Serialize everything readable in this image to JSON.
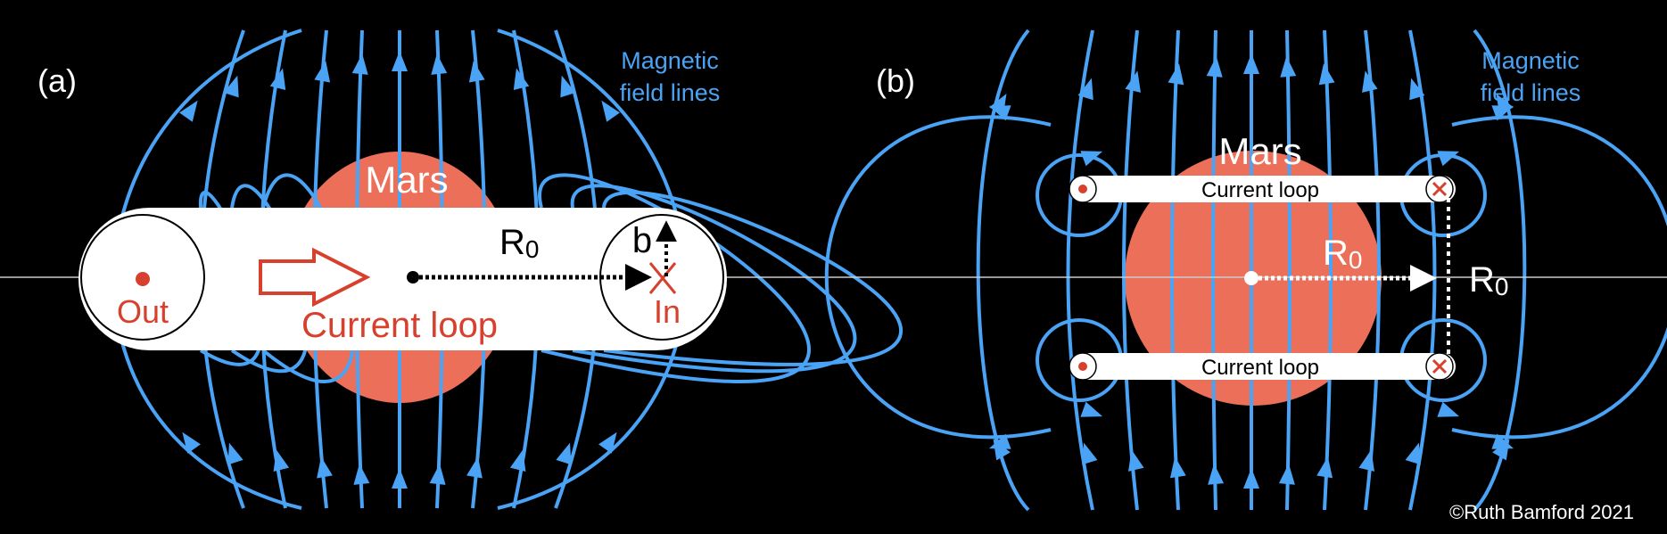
{
  "figure": {
    "credit": "©Ruth Bamford 2021",
    "colors": {
      "background": "#000000",
      "field_line": "#4aa3f5",
      "mars": "#ec6f59",
      "tube": "#ffffff",
      "current_red": "#d8402e",
      "axis": "#cccccc"
    }
  },
  "panel_a": {
    "label": "(a)",
    "legend_line1": "Magnetic",
    "legend_line2": "field lines",
    "mars_label": "Mars",
    "radius_label": "R",
    "radius_subscript": "0",
    "minor_radius_label": "b",
    "out_label": "Out",
    "in_label": "In",
    "loop_label": "Current loop"
  },
  "panel_b": {
    "label": "(b)",
    "legend_line1": "Magnetic",
    "legend_line2": "field lines",
    "mars_label": "Mars",
    "inner_radius_label": "R",
    "inner_radius_subscript": "0",
    "outer_radius_label": "R",
    "outer_radius_subscript": "0",
    "top_loop_label": "Current loop",
    "bottom_loop_label": "Current loop"
  }
}
